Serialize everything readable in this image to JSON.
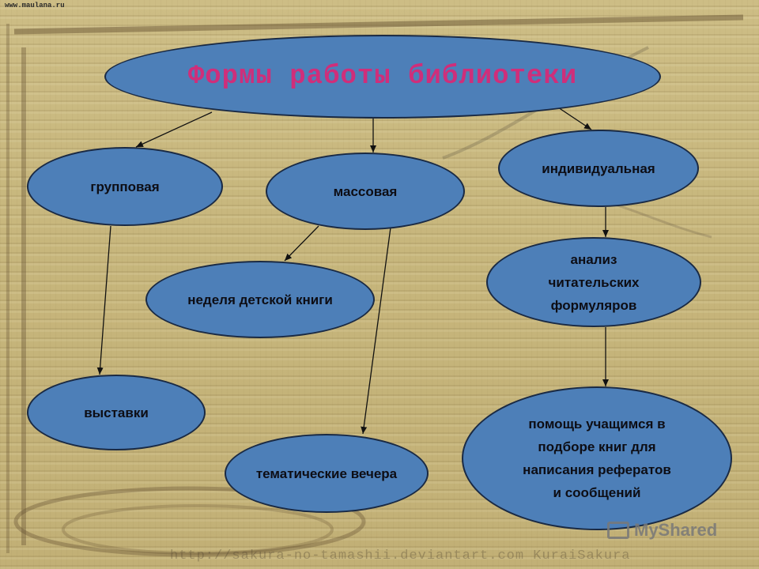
{
  "colors": {
    "node_fill": "#4d7fb8",
    "title_text": "#cf2e7a",
    "background": "#c9b981"
  },
  "watermarks": {
    "top_left": "www.maulana.ru",
    "bottom": "http://sakura-no-tamashii.deviantart.com   KuraiSakura",
    "brand": "MyShared",
    "brand_icon": "projector-icon"
  },
  "diagram": {
    "title": "Формы работы библиотеки",
    "nodes": {
      "group": "групповая",
      "mass": "массовая",
      "individual": "индивидуальная",
      "childrens_week": "неделя детской книги",
      "exhibitions": "выставки",
      "theme_evenings": "тематические вечера",
      "analysis": [
        "анализ",
        "читательских",
        "формуляров"
      ],
      "help": [
        "помощь учащимся в",
        "подборе книг для",
        "написания рефератов",
        "и сообщений"
      ]
    },
    "edges": [
      [
        "title",
        "group"
      ],
      [
        "title",
        "mass"
      ],
      [
        "title",
        "individual"
      ],
      [
        "group",
        "exhibitions"
      ],
      [
        "mass",
        "childrens_week"
      ],
      [
        "mass",
        "theme_evenings"
      ],
      [
        "individual",
        "analysis"
      ],
      [
        "analysis",
        "help"
      ]
    ]
  }
}
